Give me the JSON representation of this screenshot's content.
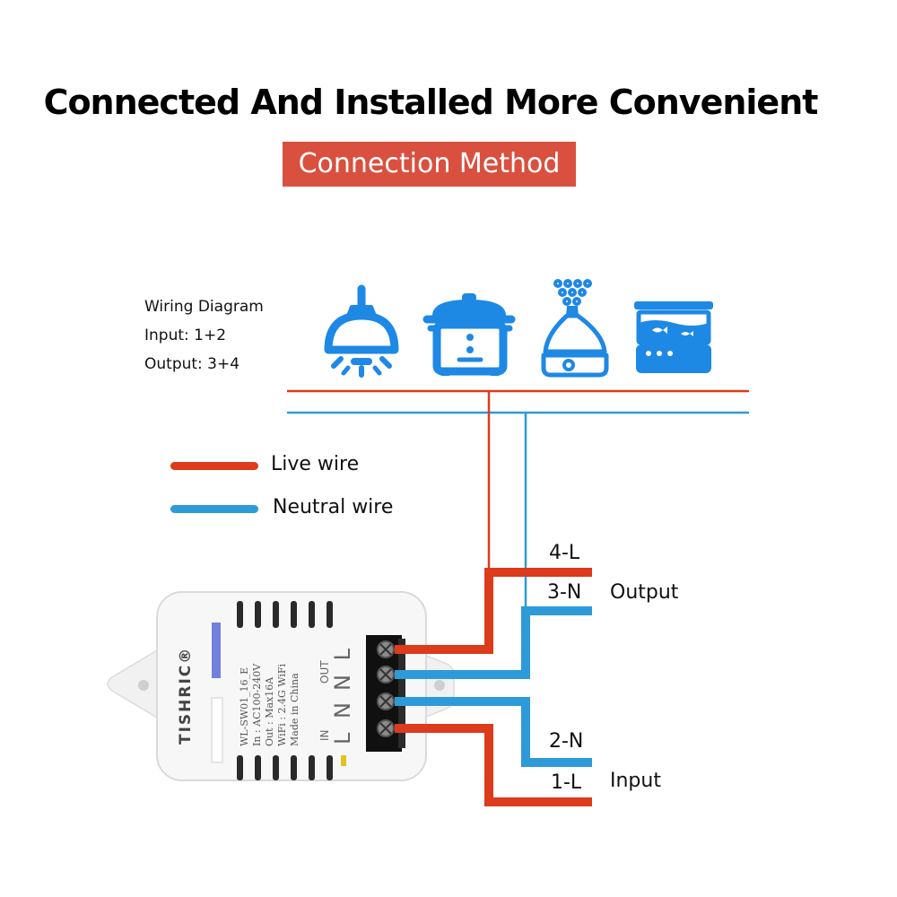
{
  "header": {
    "title": "Connected And Installed More Convenient",
    "badge": "Connection Method"
  },
  "wiring_note": {
    "title": "Wiring Diagram",
    "input": "Input: 1+2",
    "output": "Output: 3+4"
  },
  "devices": [
    {
      "icon": "ceiling-lamp-icon"
    },
    {
      "icon": "rice-cooker-icon"
    },
    {
      "icon": "humidifier-icon"
    },
    {
      "icon": "fish-tank-icon"
    }
  ],
  "legend": {
    "live": {
      "label": "Live wire",
      "color": "#dc3b1c"
    },
    "neutral": {
      "label": "Neutral wire",
      "color": "#2f9ad8"
    }
  },
  "terminals": {
    "t4": "4-L",
    "t3": "3-N",
    "t2": "2-N",
    "t1": "1-L",
    "output_label": "Output",
    "input_label": "Input"
  },
  "device": {
    "brand": "TISHRIC®",
    "model": "WL-SW01_16_E",
    "spec_in": "In : AC100-240V",
    "spec_out": "Out : Max16A",
    "spec_wifi": "WiFi : 2.4G WiFi",
    "made_in": "Made in China",
    "port_in": "IN",
    "port_out": "OUT",
    "letters_in": "L N",
    "letters_out": "N L"
  },
  "colors": {
    "icon_blue": "#1e88e5",
    "badge_red": "#d9503f"
  }
}
